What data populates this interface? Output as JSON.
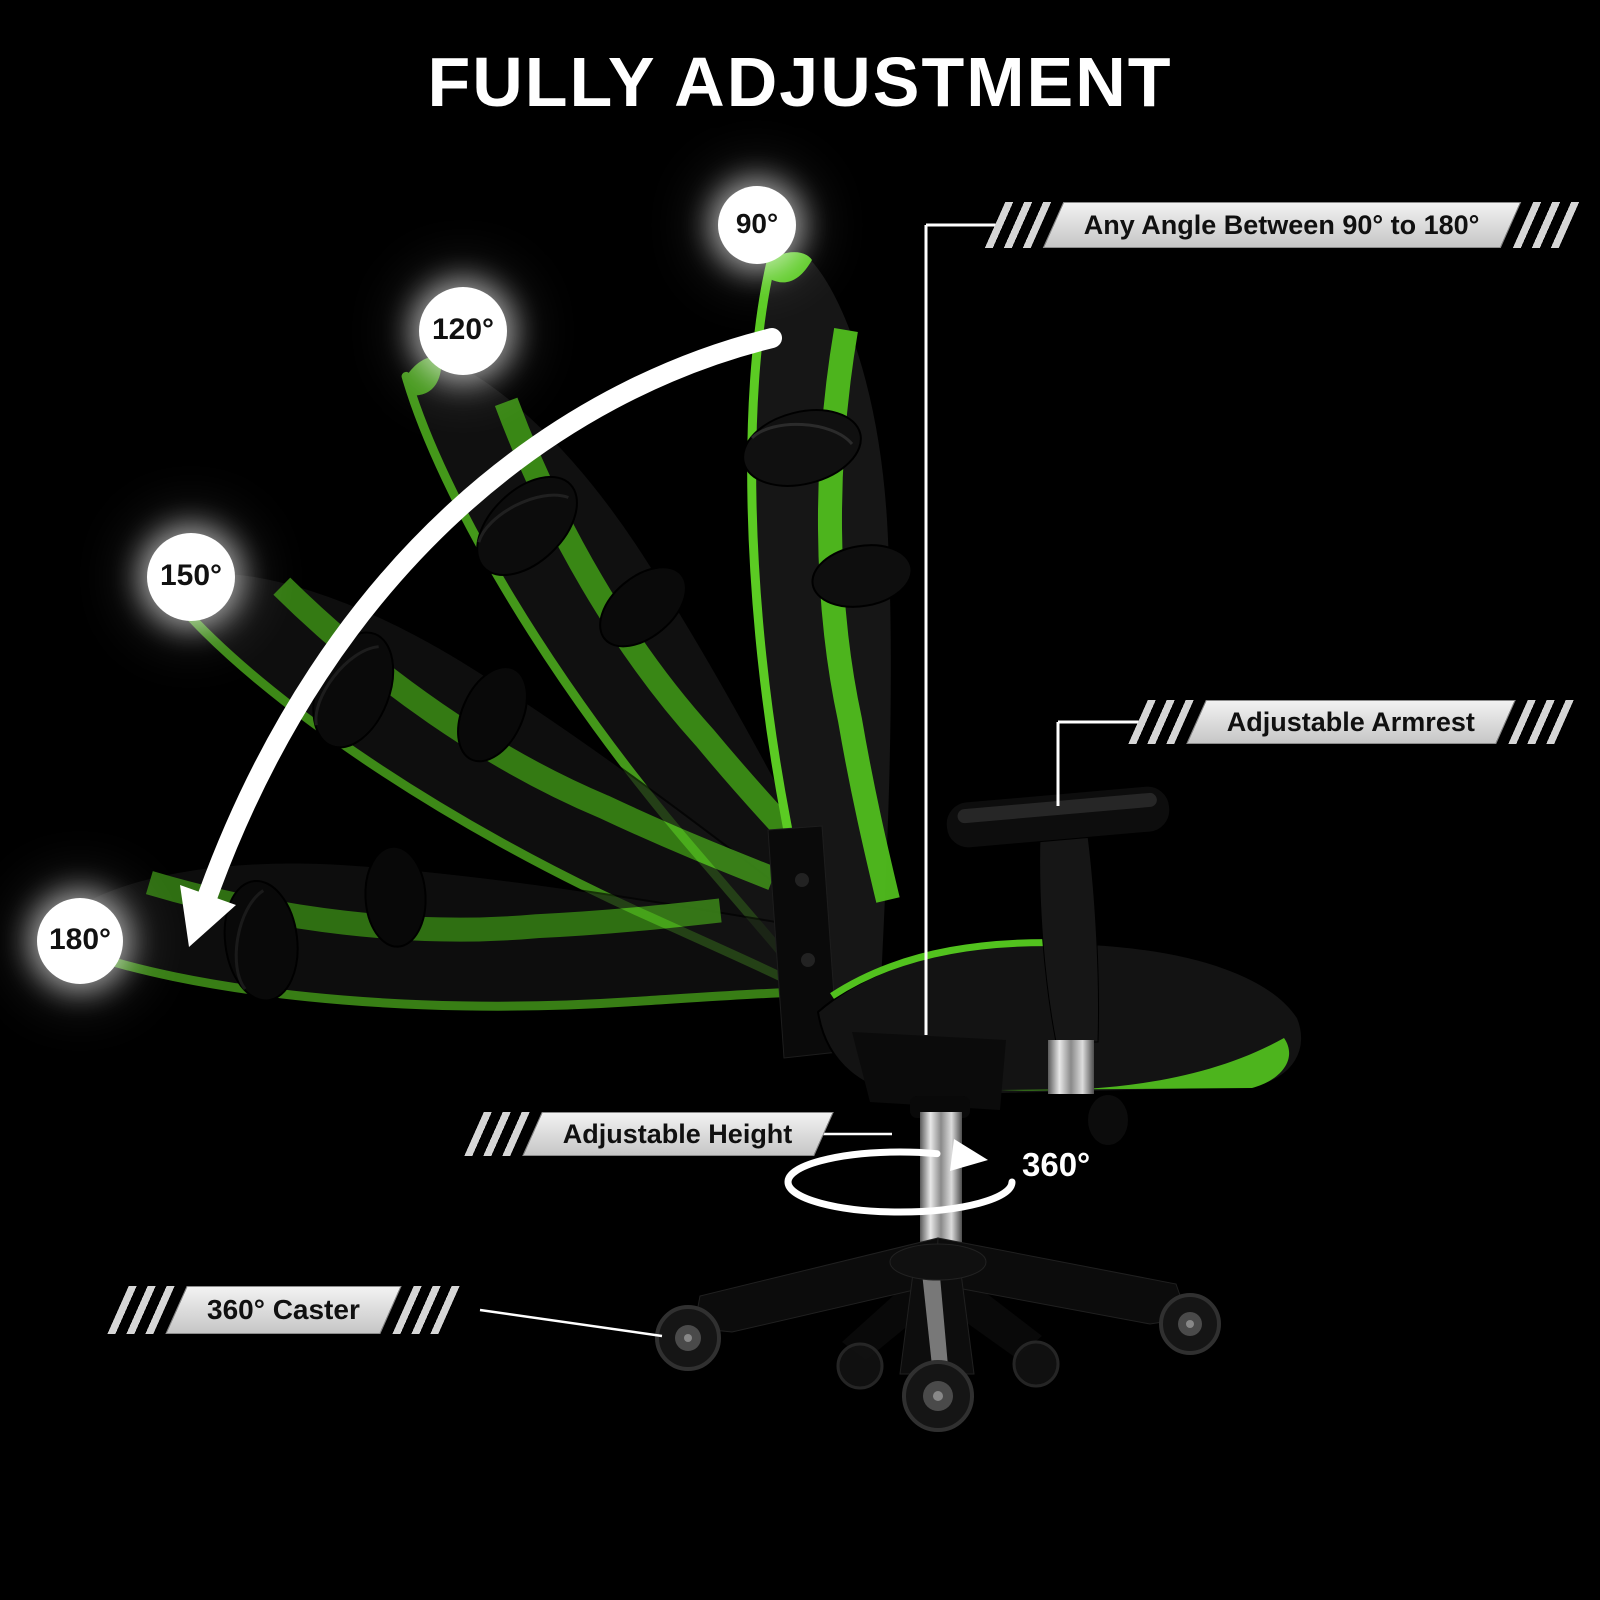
{
  "title": "FULLY ADJUSTMENT",
  "angle_badges": [
    {
      "id": "90",
      "label": "90°"
    },
    {
      "id": "120",
      "label": "120°"
    },
    {
      "id": "150",
      "label": "150°"
    },
    {
      "id": "180",
      "label": "180°"
    }
  ],
  "callouts": {
    "recline_range": "Any Angle Between 90° to 180°",
    "armrest": "Adjustable Armrest",
    "height": "Adjustable Height",
    "swivel": "360°",
    "caster": "360° Caster"
  },
  "colors": {
    "background": "#000000",
    "accent_green": "#55c41f",
    "banner_gray": "#e0e0e0",
    "text_dark": "#111111",
    "text_light": "#ffffff"
  }
}
